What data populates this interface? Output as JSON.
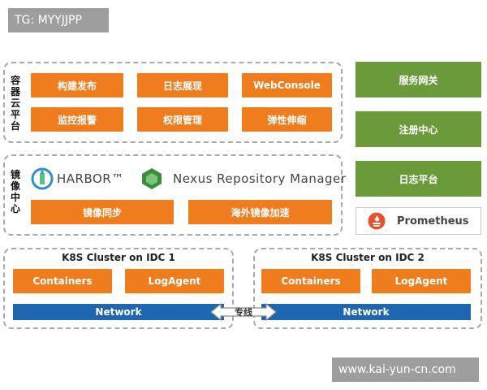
{
  "watermark_top": "TG: MYYJJPP",
  "watermark_bottom": "www.kai-yun-cn.com",
  "container_platform": {
    "label": "容器云平台",
    "items": [
      "构建发布",
      "日志展现",
      "WebConsole",
      "监控报警",
      "权限管理",
      "弹性伸缩"
    ]
  },
  "image_center": {
    "label": "镜像中心",
    "harbor": "HARBOR™",
    "nexus": "Nexus Repository Manager",
    "items": [
      "镜像同步",
      "海外镜像加速"
    ]
  },
  "right_column": {
    "items": [
      "服务网关",
      "注册中心",
      "日志平台"
    ],
    "prometheus": "Prometheus"
  },
  "clusters": [
    {
      "title": "K8S Cluster on IDC 1",
      "items": [
        "Containers",
        "LogAgent"
      ],
      "network": "Network"
    },
    {
      "title": "K8S Cluster on IDC 2",
      "items": [
        "Containers",
        "LogAgent"
      ],
      "network": "Network"
    }
  ],
  "link_label": "专线",
  "colors": {
    "orange": "#f07d1d",
    "green": "#6a9a3a",
    "blue": "#1f66b0"
  }
}
